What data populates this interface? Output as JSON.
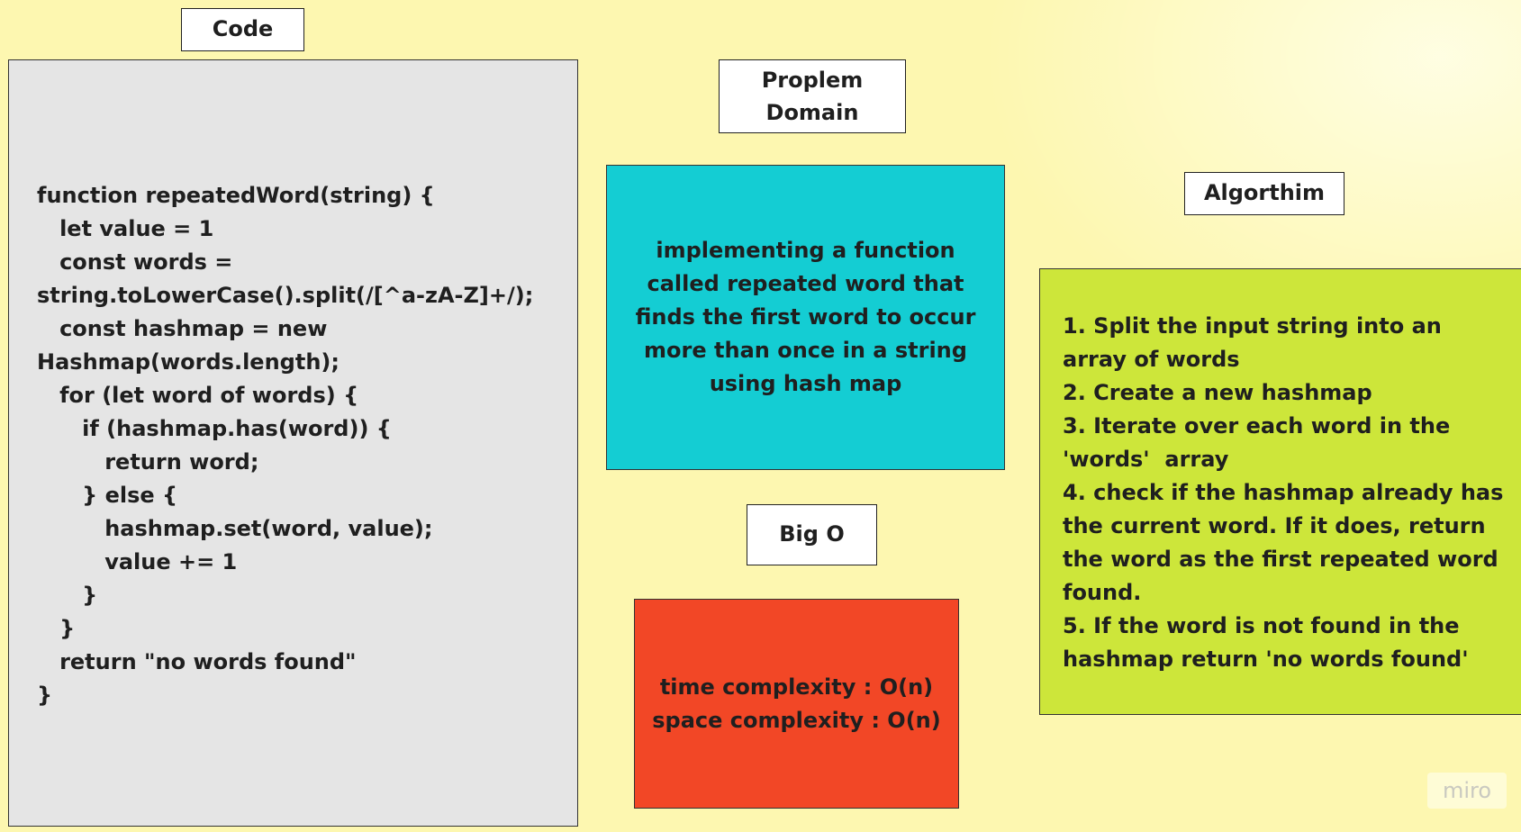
{
  "labels": {
    "code": "Code",
    "problem_domain": "Proplem\nDomain",
    "big_o": "Big O",
    "algorithm": "Algorthim"
  },
  "code": {
    "text": "function repeatedWord(string) {\n   let value = 1\n   const words =\nstring.toLowerCase().split(/[^a-zA-Z]+/);\n   const hashmap = new\nHashmap(words.length);\n   for (let word of words) {\n      if (hashmap.has(word)) {\n         return word;\n      } else {\n         hashmap.set(word, value);\n         value += 1\n      }\n   }\n   return \"no words found\"\n}"
  },
  "problem_domain": {
    "text": "implementing a function called repeated word that finds the first word to occur more than once in a string using hash map"
  },
  "big_o": {
    "time": "time complexity : O(n)",
    "space": "space complexity :  O(n)"
  },
  "algorithm": {
    "steps": "1. Split the input string into an array of words\n2. Create a new hashmap\n3. Iterate over each word in the 'words'  array\n4. check if the hashmap already has the current word. If it does, return the word as the first repeated word found.\n5. If the word is not found in the hashmap return 'no words found'"
  },
  "watermark": "miro",
  "colors": {
    "background": "#fdf7b0",
    "code_card": "#e5e5e5",
    "problem_card": "#14cdd3",
    "bigo_card": "#f24726",
    "algo_card": "#cde63a"
  }
}
